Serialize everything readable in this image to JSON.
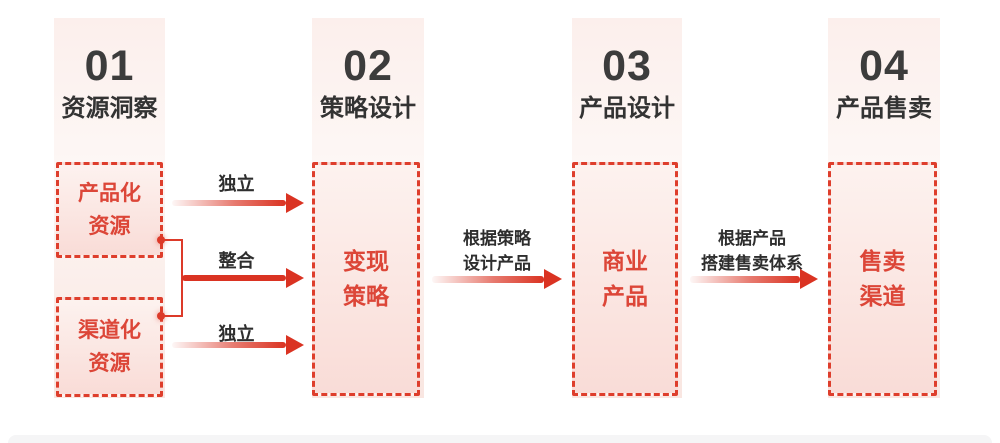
{
  "diagram": {
    "kind": "process-flow",
    "colors": {
      "accent_red": "#dc3a29",
      "box_border_red": "#de3e2c",
      "box_text_red": "#dc4638",
      "dark_text": "#333333",
      "strip_pink_top": "#fcefec",
      "strip_pink_bottom": "#f9e6e1",
      "box_fill_top": "#fdf2ef",
      "box_fill_bottom": "#f9dcd7"
    },
    "stages": [
      {
        "number": "01",
        "title": "资源洞察"
      },
      {
        "number": "02",
        "title": "策略设计"
      },
      {
        "number": "03",
        "title": "产品设计"
      },
      {
        "number": "04",
        "title": "产品售卖"
      }
    ],
    "boxes": {
      "productized_resources": {
        "line1": "产品化",
        "line2": "资源"
      },
      "channelized_resources": {
        "line1": "渠道化",
        "line2": "资源"
      },
      "monetization_strategy": {
        "line1": "变现",
        "line2": "策略"
      },
      "commercial_product": {
        "line1": "商业",
        "line2": "产品"
      },
      "sales_channel": {
        "line1": "售卖",
        "line2": "渠道"
      }
    },
    "connectors": {
      "independent_top": {
        "label": "独立"
      },
      "integrate_middle": {
        "label": "整合"
      },
      "independent_bottom": {
        "label": "独立"
      },
      "strategy_to_product": {
        "line1": "根据策略",
        "line2": "设计产品"
      },
      "product_to_sales": {
        "line1": "根据产品",
        "line2": "搭建售卖体系"
      }
    }
  }
}
